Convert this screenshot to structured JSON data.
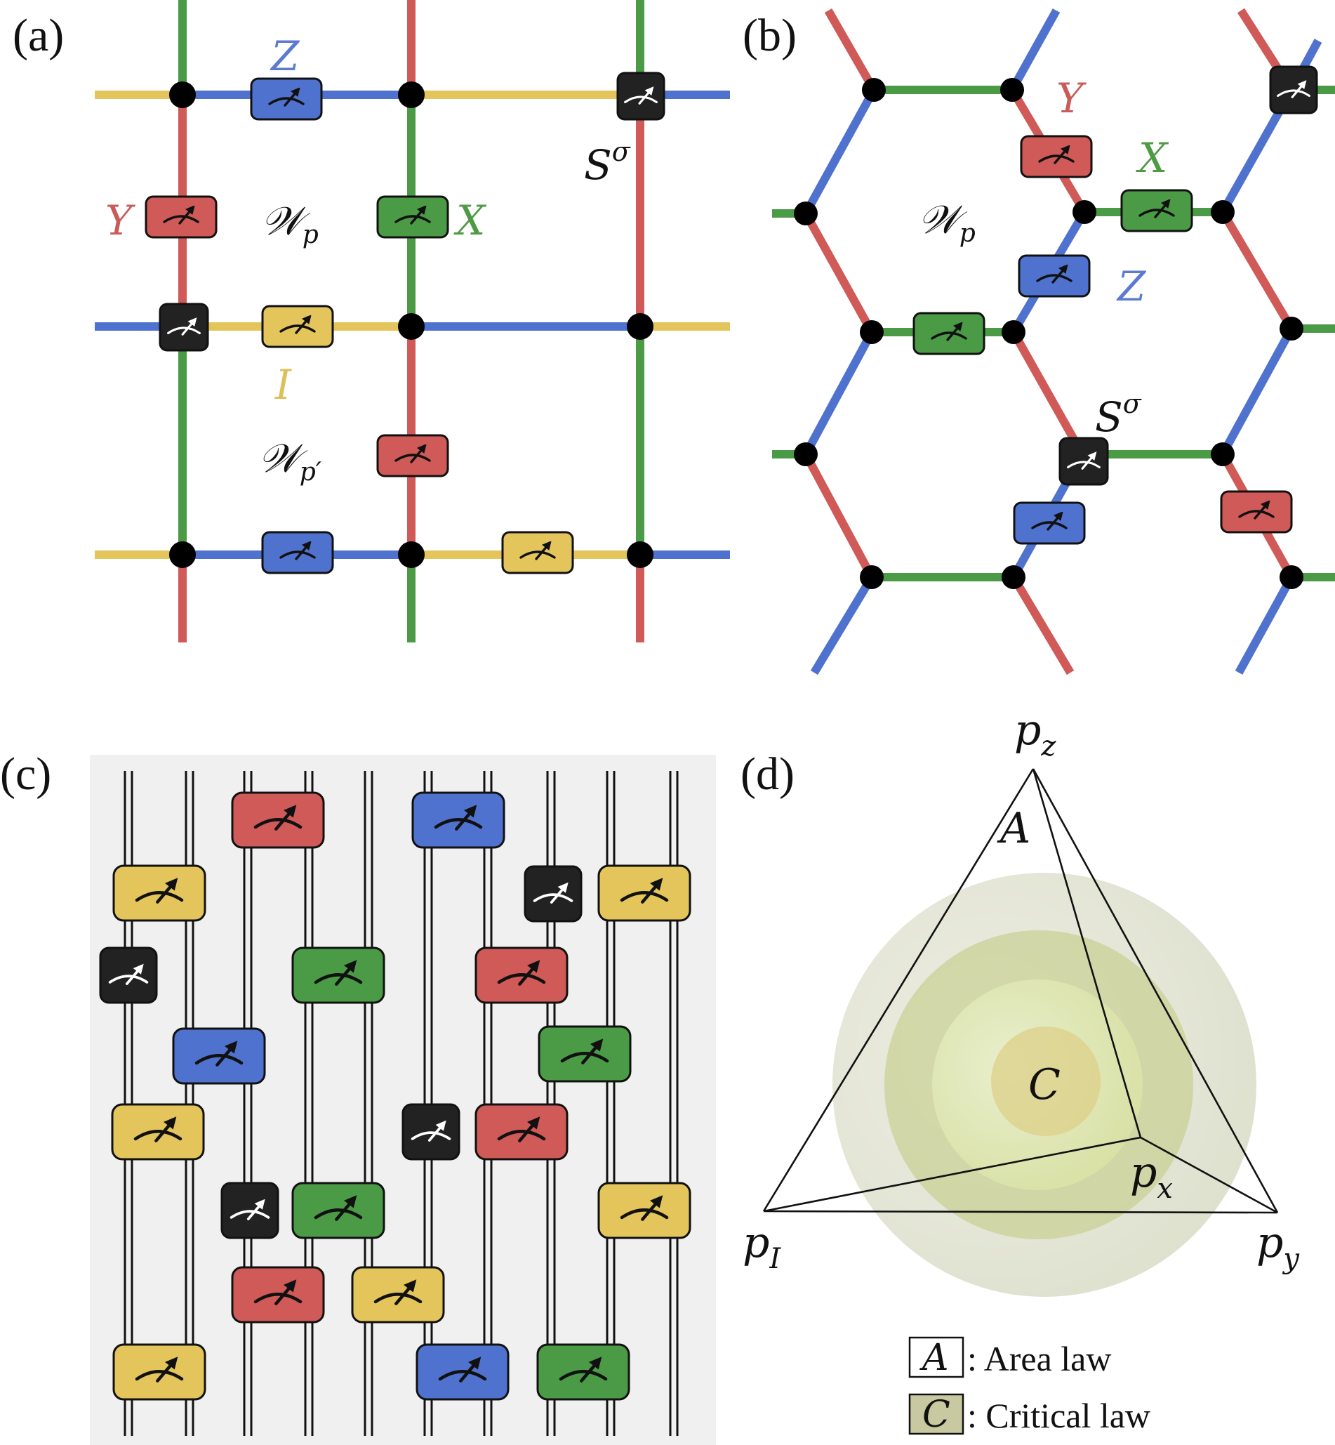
{
  "colors": {
    "x": "#4a9a46",
    "y": "#cf5a57",
    "z": "#4f72cf",
    "i": "#e4c55b",
    "s": "#222222",
    "x_text": "#4f9a45",
    "y_text": "#c95c58",
    "z_text": "#5c7bd0",
    "i_text": "#dcc05c",
    "c_bg": "#f0f0f0"
  },
  "panels": {
    "a": {
      "label": "(a)",
      "gate_letters": {
        "z": "Z",
        "y": "Y",
        "x": "X",
        "i": "I"
      },
      "s_symbol": "S",
      "s_sup": "σ",
      "plaquette": "𝒲",
      "plaquette_sub_1": "p",
      "plaquette_sub_2": "p′"
    },
    "b": {
      "label": "(b)",
      "gate_letters": {
        "y": "Y",
        "x": "X",
        "z": "Z"
      },
      "s_symbol": "S",
      "s_sup": "σ",
      "plaquette": "𝒲",
      "plaquette_sub": "p"
    },
    "c": {
      "label": "(c)"
    },
    "d": {
      "label": "(d)",
      "vertex_z": {
        "base": "p",
        "sub": "z"
      },
      "vertex_x": {
        "base": "p",
        "sub": "x"
      },
      "vertex_i": {
        "base": "p",
        "sub": "I"
      },
      "vertex_y": {
        "base": "p",
        "sub": "y"
      },
      "region_a": "A",
      "region_c": "C",
      "legend": [
        {
          "key": "A",
          "text": ": Area law"
        },
        {
          "key": "C",
          "text": ": Critical law"
        }
      ]
    }
  }
}
